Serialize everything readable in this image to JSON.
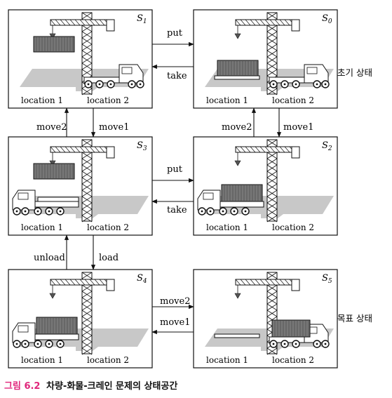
{
  "states": [
    {
      "id": "s1",
      "sub": "1",
      "loc1": "location 1",
      "loc2": "location 2"
    },
    {
      "id": "s0",
      "sub": "0",
      "loc1": "location 1",
      "loc2": "location 2"
    },
    {
      "id": "s3",
      "sub": "3",
      "loc1": "location 1",
      "loc2": "location 2"
    },
    {
      "id": "s2",
      "sub": "2",
      "loc1": "location 1",
      "loc2": "location 2"
    },
    {
      "id": "s4",
      "sub": "4",
      "loc1": "location 1",
      "loc2": "location 2"
    },
    {
      "id": "s5",
      "sub": "5",
      "loc1": "location 1",
      "loc2": "location 2"
    }
  ],
  "state_symbol": "S",
  "actions": {
    "put_top": "put",
    "take_top": "take",
    "put_mid": "put",
    "take_mid": "take",
    "move2_left": "move2",
    "move1_left": "move1",
    "move2_right": "move2",
    "move1_right": "move1",
    "unload": "unload",
    "load": "load",
    "move2_bottom": "move2",
    "move1_bottom": "move1"
  },
  "side_labels": {
    "initial": "초기 상태",
    "goal": "목표 상태"
  },
  "caption": {
    "number": "그림 6.2",
    "text": "차량-화물-크레인 문제의 상태공간"
  }
}
